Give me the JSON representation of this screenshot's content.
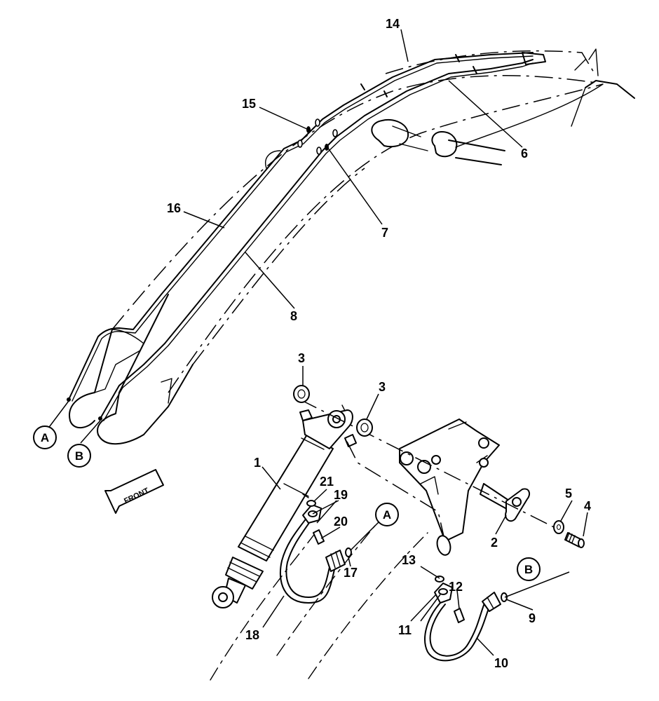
{
  "diagram": {
    "part_numbers": {
      "p1": "1",
      "p2": "2",
      "p3a": "3",
      "p3b": "3",
      "p4": "4",
      "p5": "5",
      "p6": "6",
      "p7": "7",
      "p8": "8",
      "p9": "9",
      "p10": "10",
      "p11": "11",
      "p12": "12",
      "p13": "13",
      "p14": "14",
      "p15": "15",
      "p16": "16",
      "p17": "17",
      "p18": "18",
      "p19": "19",
      "p20": "20",
      "p21": "21"
    },
    "connection_refs": {
      "a_boom": "A",
      "b_boom": "B",
      "a_hose": "A",
      "b_hose": "B"
    },
    "direction_label": "FRONT"
  }
}
